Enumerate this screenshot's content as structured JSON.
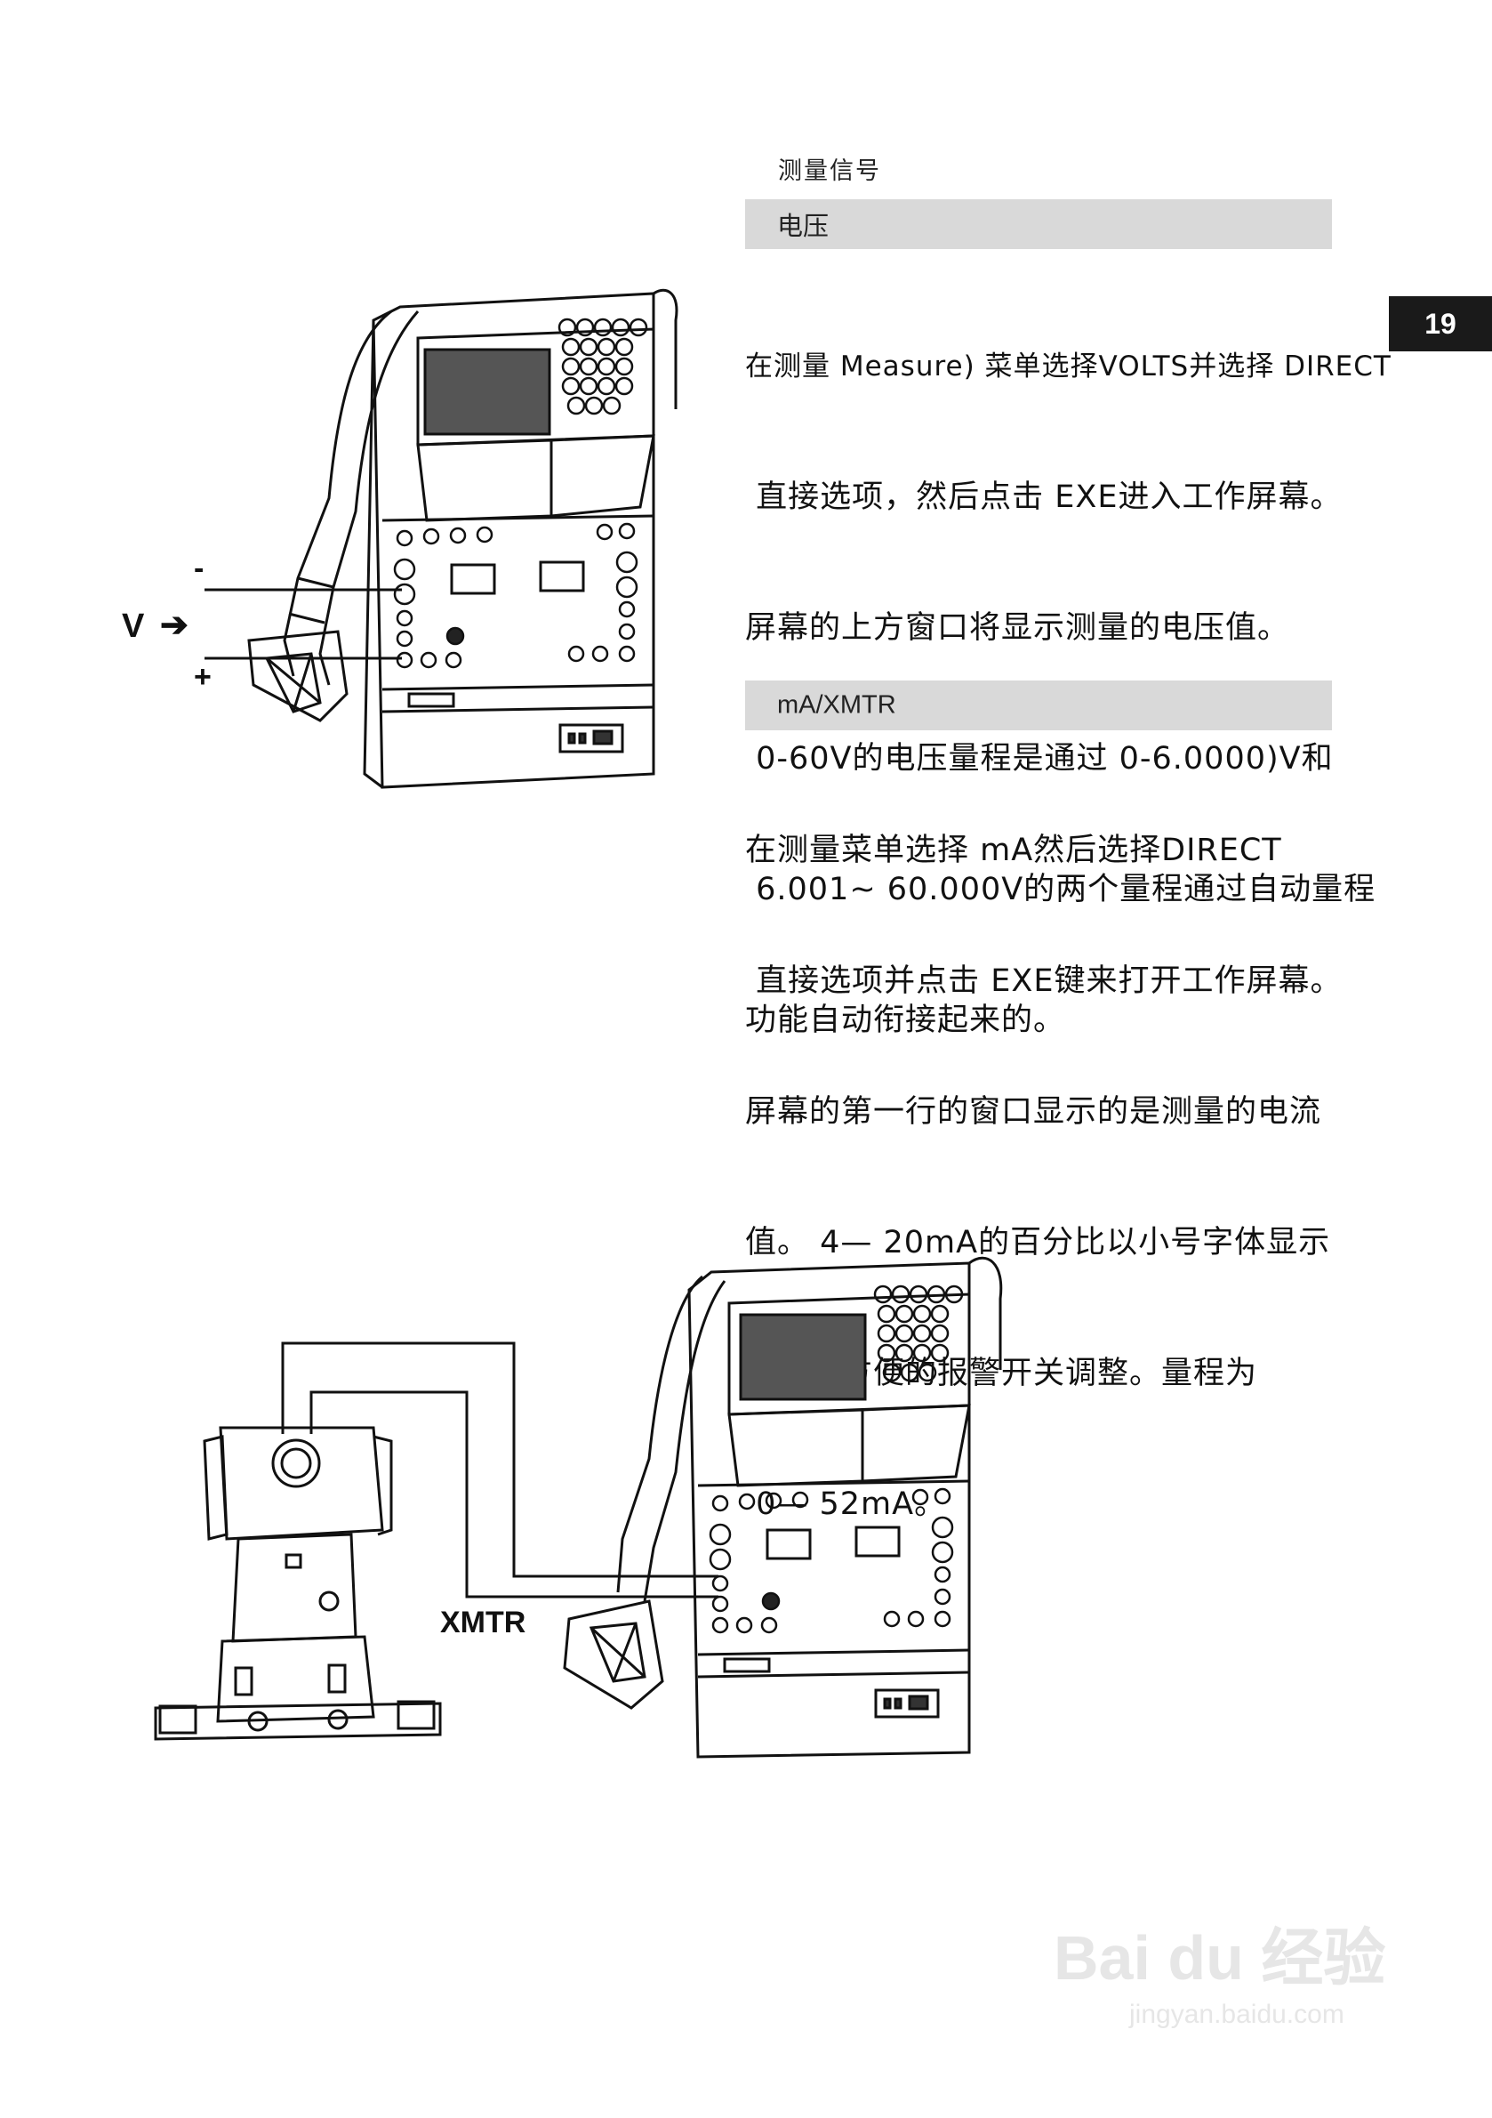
{
  "page": {
    "number": "19"
  },
  "right_column": {
    "section_label": "测量信号",
    "voltage": {
      "title": "电压",
      "lines": [
        "在测量 Measure) 菜单选择VOLTS并选择 DIRECT",
        " 直接选项，然后点击 EXE进入工作屏幕。",
        "屏幕的上方窗口将显示测量的电压值。",
        " 0-60V的电压量程是通过 0-6.0000)V和",
        " 6.001~ 60.000V的两个量程通过自动量程",
        "功能自动衔接起来的。"
      ]
    },
    "ma": {
      "title": "mA/XMTR",
      "lines": [
        "在测量菜单选择 mA然后选择DIRECT",
        " 直接选项并点击 EXE键来打开工作屏幕。",
        "屏幕的第一行的窗口显示的是测量的电流",
        "值。 4— 20mA的百分比以小号字体显示",
        "以进行方便的报警开关调整。量程为",
        " 0— 52mA。"
      ]
    }
  },
  "figure_voltage": {
    "minus": "-",
    "plus": "+",
    "signal": "V",
    "arrow": "➔"
  },
  "figure_xmtr": {
    "label": "XMTR"
  },
  "watermark": {
    "brand": "Bai du 经验",
    "url": "jingyan.baidu.com"
  }
}
